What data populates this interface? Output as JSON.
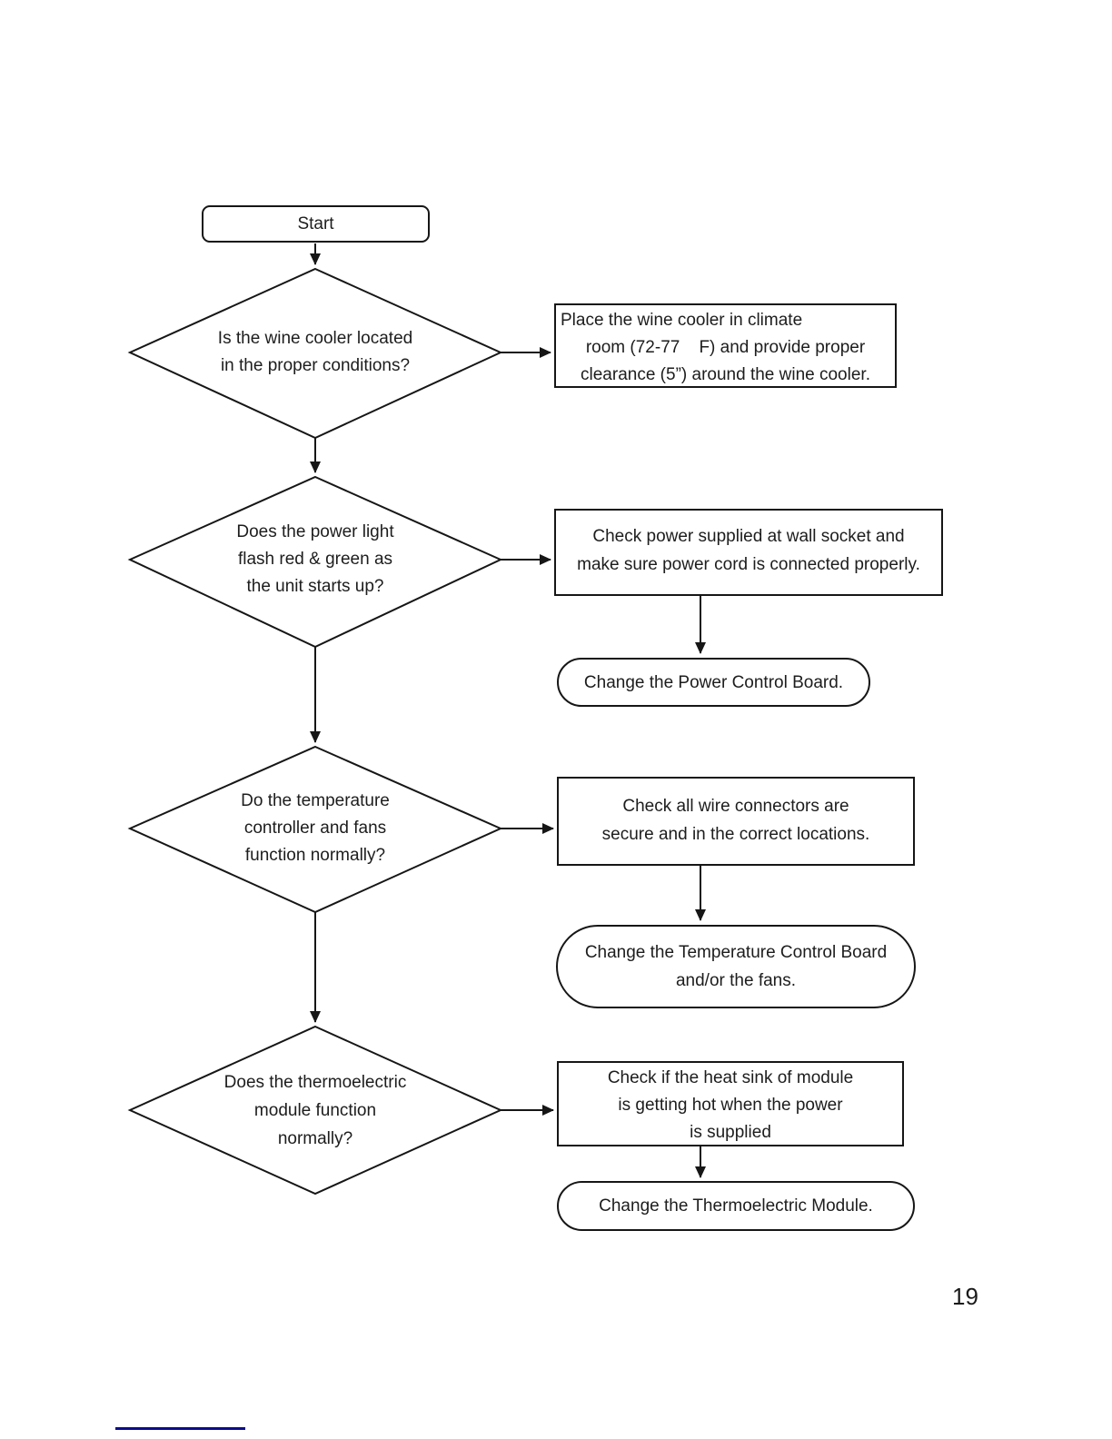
{
  "page": {
    "number": "19"
  },
  "flowchart": {
    "start": {
      "label": "Start"
    },
    "d1": {
      "lines": [
        "Is the wine cooler located",
        "in the proper conditions?"
      ]
    },
    "d2": {
      "lines": [
        "Does the power light",
        "flash red & green as",
        "the unit starts up?"
      ]
    },
    "d3": {
      "lines": [
        "Do the temperature",
        "controller and fans",
        "function normally?"
      ]
    },
    "d4": {
      "lines": [
        "Does the thermoelectric",
        "module function",
        "normally?"
      ]
    },
    "r1": {
      "lines": [
        "Place the wine cooler in climate",
        "room (72-77    F) and provide proper",
        "clearance (5”) around the wine cooler."
      ]
    },
    "r2": {
      "lines": [
        "Check power supplied at wall socket and",
        "make sure power cord is connected properly."
      ]
    },
    "r3": {
      "lines": [
        "Check all wire connectors are",
        "secure and in the correct locations."
      ]
    },
    "r4": {
      "lines": [
        "Check if the heat sink of module",
        "is getting hot when the power",
        "is supplied"
      ]
    },
    "t1": {
      "label": "Change the Power Control Board."
    },
    "t2": {
      "lines": [
        "Change the Temperature Control Board",
        "and/or the fans."
      ]
    },
    "t3": {
      "label": "Change the Thermoelectric Module."
    }
  }
}
